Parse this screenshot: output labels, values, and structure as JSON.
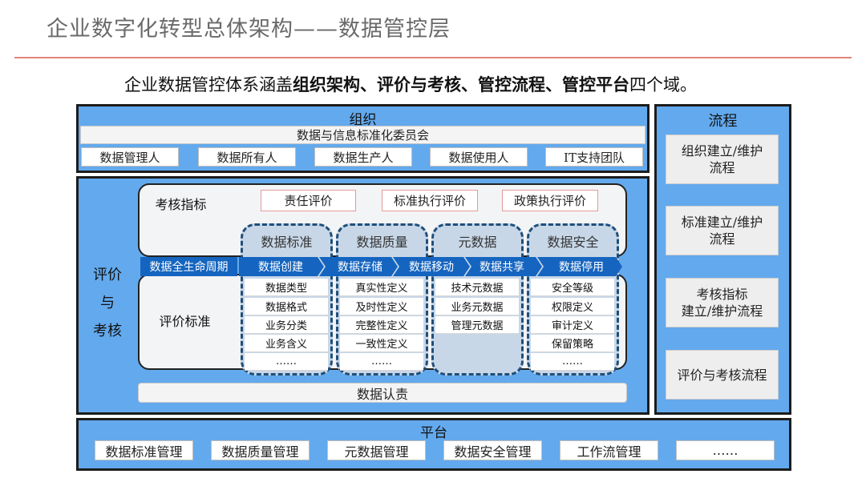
{
  "title": "企业数字化转型总体架构——数据管控层",
  "subtitle": {
    "prefix": "企业数据管控体系涵盖",
    "bold": "组织架构、评价与考核、管控流程、管控平台",
    "suffix": "四个域。"
  },
  "org": {
    "title": "组织",
    "committee": "数据与信息标准化委员会",
    "roles": [
      "数据管理人",
      "数据所有人",
      "数据生产人",
      "数据使用人",
      "IT支持团队"
    ]
  },
  "evaluation": {
    "side_label": [
      "评价",
      "与",
      "考核"
    ],
    "kpi_label": "考核指标",
    "kpis": [
      "责任评价",
      "标准执行评价",
      "政策执行评价"
    ],
    "standard_label": "评价标准",
    "lifecycle_label": "数据全生命周期",
    "lifecycle_stages": [
      "数据创建",
      "数据存储",
      "数据移动",
      "数据共享",
      "数据停用"
    ],
    "domains": [
      {
        "name": "数据标准",
        "items": [
          "数据类型",
          "数据格式",
          "业务分类",
          "业务含义",
          "……"
        ]
      },
      {
        "name": "数据质量",
        "items": [
          "真实性定义",
          "及时性定义",
          "完整性定义",
          "一致性定义",
          "……"
        ]
      },
      {
        "name": "元数据",
        "items": [
          "技术元数据",
          "业务元数据",
          "管理元数据"
        ]
      },
      {
        "name": "数据安全",
        "items": [
          "安全等级",
          "权限定义",
          "审计定义",
          "保留策略",
          "……"
        ]
      }
    ],
    "accountability": "数据认责"
  },
  "process": {
    "title": "流程",
    "items": [
      [
        "组织建立/维护",
        "流程"
      ],
      [
        "标准建立/维护",
        "流程"
      ],
      [
        "考核指标",
        "建立/维护流程"
      ],
      [
        "评价与考核流程"
      ]
    ]
  },
  "platform": {
    "title": "平台",
    "items": [
      "数据标准管理",
      "数据质量管理",
      "元数据管理",
      "数据安全管理",
      "工作流管理",
      "……"
    ]
  },
  "colors": {
    "panel_blue": "#63a9ed",
    "lifecycle_blue": "#1565c0",
    "title_rule": "#e0857a",
    "domain_border": "#1f4f7a"
  }
}
